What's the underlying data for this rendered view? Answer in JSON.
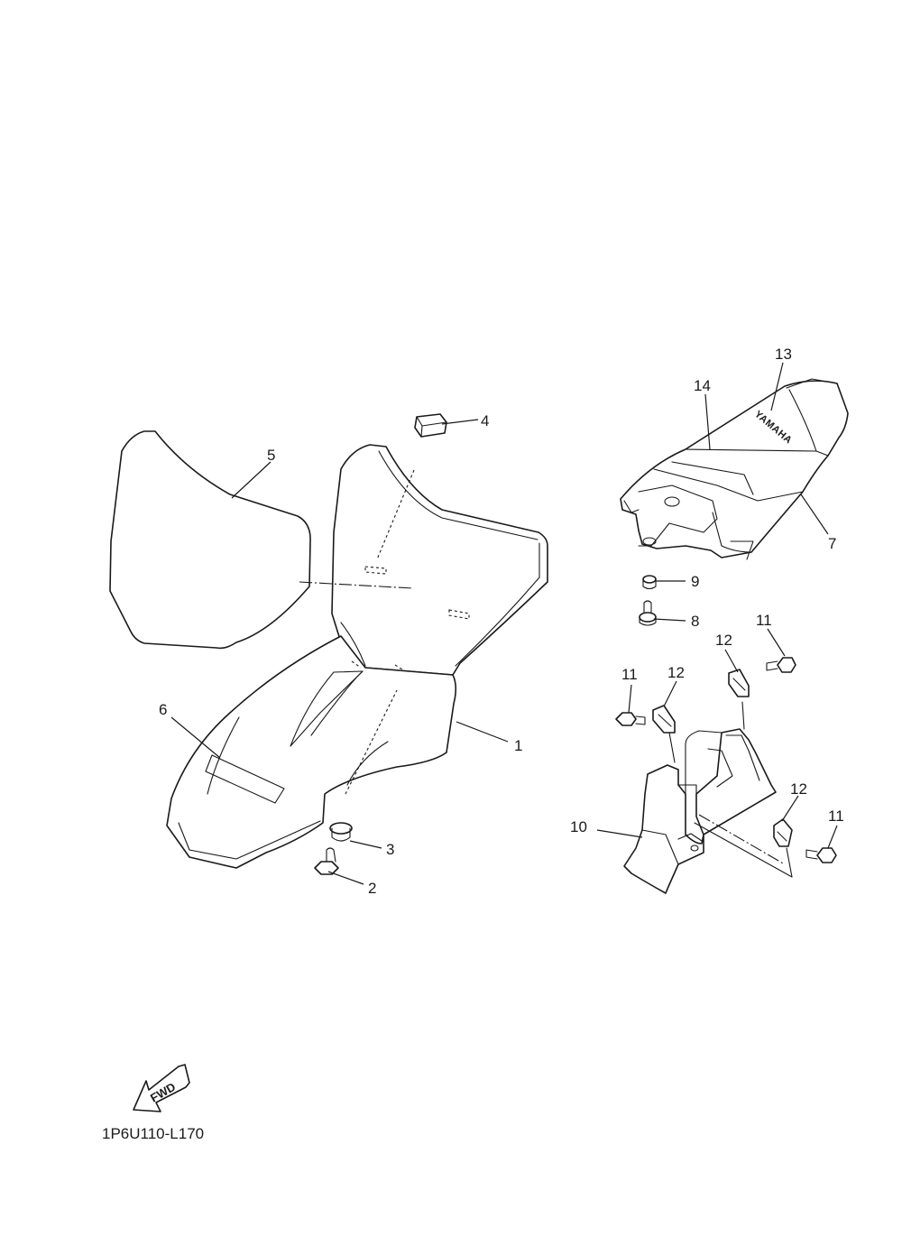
{
  "diagram": {
    "diagram_code": "1P6U110-L170",
    "fwd_label": "FWD",
    "seat_brand_text": "YAMAHA",
    "callouts": [
      {
        "id": "c1",
        "label": "1"
      },
      {
        "id": "c2",
        "label": "2"
      },
      {
        "id": "c3",
        "label": "3"
      },
      {
        "id": "c4",
        "label": "4"
      },
      {
        "id": "c5",
        "label": "5"
      },
      {
        "id": "c6",
        "label": "6"
      },
      {
        "id": "c7",
        "label": "7"
      },
      {
        "id": "c8",
        "label": "8"
      },
      {
        "id": "c9",
        "label": "9"
      },
      {
        "id": "c10",
        "label": "10"
      },
      {
        "id": "c11a",
        "label": "11"
      },
      {
        "id": "c11b",
        "label": "11"
      },
      {
        "id": "c11c",
        "label": "11"
      },
      {
        "id": "c12a",
        "label": "12"
      },
      {
        "id": "c12b",
        "label": "12"
      },
      {
        "id": "c12c",
        "label": "12"
      },
      {
        "id": "c13",
        "label": "13"
      },
      {
        "id": "c14",
        "label": "14"
      }
    ]
  }
}
